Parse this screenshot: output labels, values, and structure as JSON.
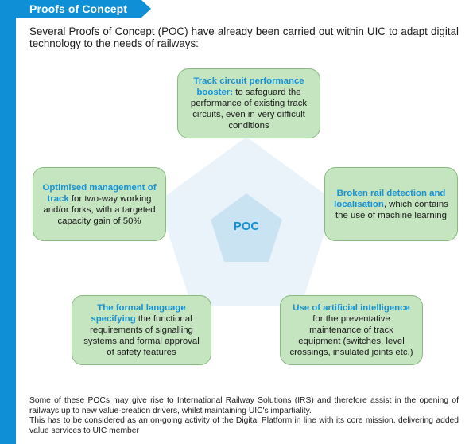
{
  "header": {
    "title": "Proofs of Concept"
  },
  "intro": "Several Proofs of Concept (POC) have already been carried out within UIC to adapt digital technology to the needs of railways:",
  "diagram": {
    "center_label": "POC",
    "cards": [
      {
        "highlight": "Track circuit performance booster:",
        "text": " to safeguard the performance of existing track circuits, even in very difficult conditions"
      },
      {
        "highlight": "Broken rail detection and localisation",
        "text": ", which contains the use of machine learning"
      },
      {
        "highlight": "Use of artificial intelligence",
        "text": " for the preventative maintenance of track equipment (switches, level crossings, insulated joints etc.)"
      },
      {
        "highlight": "The formal language specifying",
        "text": " the functional requirements of signalling systems and formal approval of safety features"
      },
      {
        "highlight": "Optimised management of track",
        "text": " for two-way working and/or forks, with a targeted capacity gain of 50%"
      }
    ]
  },
  "footer": {
    "p1": "Some of these POCs may give rise to International Railway Solutions (IRS) and therefore assist in the opening of railways up to new value-creation drivers, whilst maintaining UIC's impartiality.",
    "p2": "This has to be considered as an on-going activity of the Digital Platform in line with its core mission, delivering added value services to UIC member"
  },
  "colors": {
    "accent": "#0e8fd6",
    "card_fill": "#c5e4c0",
    "pentagon_outer": "#eaf3fa",
    "pentagon_inner": "#c9e3f3"
  }
}
